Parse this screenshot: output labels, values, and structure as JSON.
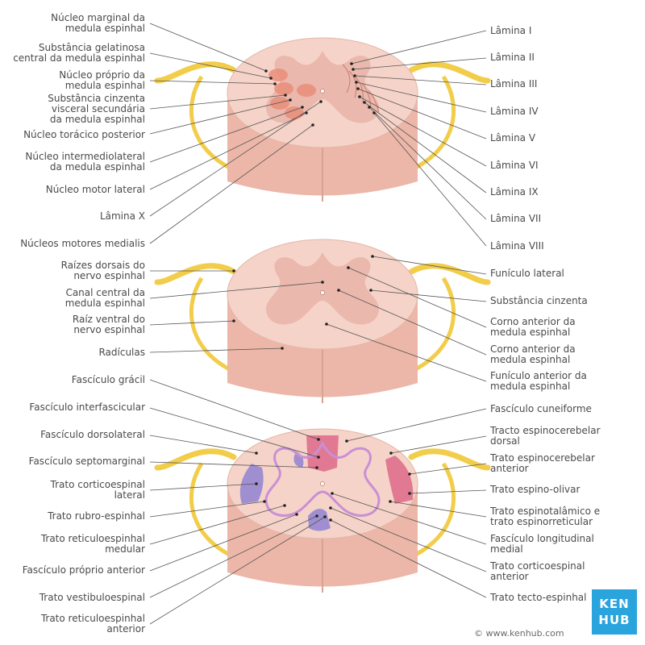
{
  "colors": {
    "tissue": "#f6d3c8",
    "tissue_side": "#ecb7a8",
    "grey_matter": "#eab8ad",
    "nerve": "#f2cd4a",
    "nuclei": "#e98b75",
    "pink_tract": "#e17993",
    "purple_tract": "#9f8fd0",
    "leader": "#555555",
    "brand": "#2aa4dd"
  },
  "top_left": [
    "Núcleo marginal da\nmedula espinhal",
    "Substância gelatinosa\ncentral da medula espinhal",
    "Núcleo próprio da\nmedula espinhal",
    "Substância cinzenta\nvisceral secundária\nda medula espinhal",
    "Núcleo torácico posterior",
    "Núcleo intermediolateral\nda medula espinhal",
    "Núcleo motor lateral",
    "Lâmina X",
    "Núcleos motores medialis"
  ],
  "top_right": [
    "Lâmina I",
    "Lâmina II",
    "Lâmina III",
    "Lâmina IV",
    "Lâmina V",
    "Lâmina VI",
    "Lâmina IX",
    "Lâmina VII",
    "Lâmina VIII"
  ],
  "mid_left": [
    "Raízes dorsais do\nnervo espinhal",
    "Canal central da\nmedula espinhal",
    "Raíz ventral do\nnervo espinhal",
    "Radículas"
  ],
  "mid_right": [
    "Funículo lateral",
    "Substância cinzenta",
    "Corno anterior da\nmedula espinhal",
    "Corno anterior da\nmedula espinhal",
    "Funículo anterior da\nmedula espinhal"
  ],
  "bot_left": [
    "Fascículo grácil",
    "Fascículo interfascicular",
    "Fascículo dorsolateral",
    "Fascículo septomarginal",
    "Trato corticoespinal\nlateral",
    "Trato rubro-espinhal",
    "Trato reticuloespinhal\nmedular",
    "Fascículo próprio anterior",
    "Trato vestibuloespinal",
    "Trato reticuloespinhal\nanterior"
  ],
  "bot_right": [
    "Fascículo cuneiforme",
    "Tracto espinocerebelar\ndorsal",
    "Trato espinocerebelar\nanterior",
    "Trato espino-olivar",
    "Trato espinotalâmico e\ntrato espinorreticular",
    "Fascículo longitudinal\nmedial",
    "Trato corticoespinal\nanterior",
    "Trato tecto-espinhal"
  ],
  "logo": {
    "line1": "KEN",
    "line2": "HUB"
  },
  "credit": "© www.kenhub.com"
}
